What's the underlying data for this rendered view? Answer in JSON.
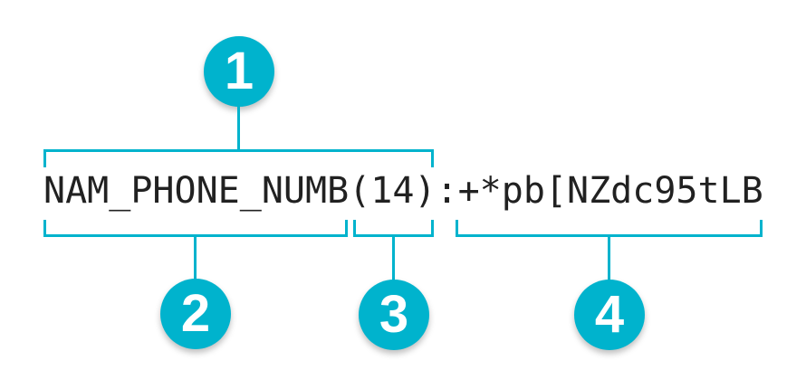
{
  "diagram": {
    "code_line": {
      "field_name": "NAM_PHONE_NUMB",
      "length": "(14)",
      "separator": ":",
      "value": "+*pb[NZdc95tLB"
    },
    "callouts": [
      {
        "number": "1"
      },
      {
        "number": "2"
      },
      {
        "number": "3"
      },
      {
        "number": "4"
      }
    ],
    "colors": {
      "accent": "#00b3cd",
      "text": "#212121",
      "background": "#ffffff"
    }
  }
}
